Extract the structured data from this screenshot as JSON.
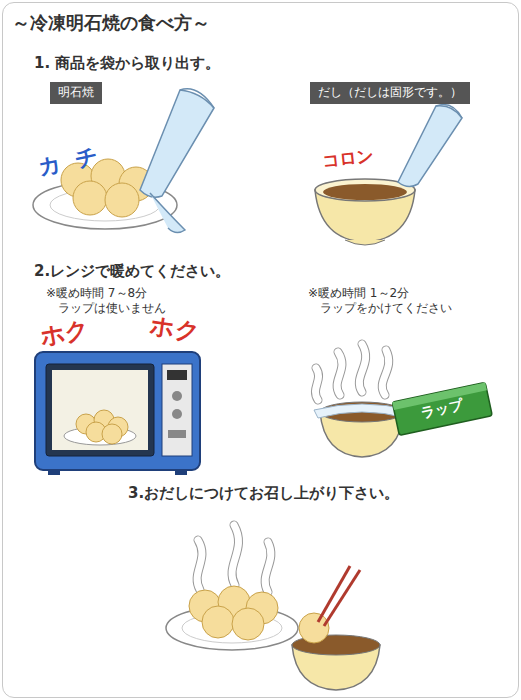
{
  "diagram": {
    "title": "～冷凍明石焼の食べ方～",
    "nodes": [
      {
        "text": [
          "明石焼"
        ]
      },
      {
        "text": [
          "だし（だしは固形です。）"
        ]
      }
    ],
    "labels": [
      "1. 商品を袋から取り出す。",
      "カチ",
      "コロン",
      "2.レンジで暖めてください。",
      "※暖め時間 7～8分 ラップは使いません",
      "※暖め時間 1～2分 ラップをかけてください",
      "ホク",
      "ホク",
      "ラップ",
      "3.おだしにつけてお召し上がり下さい。"
    ]
  }
}
